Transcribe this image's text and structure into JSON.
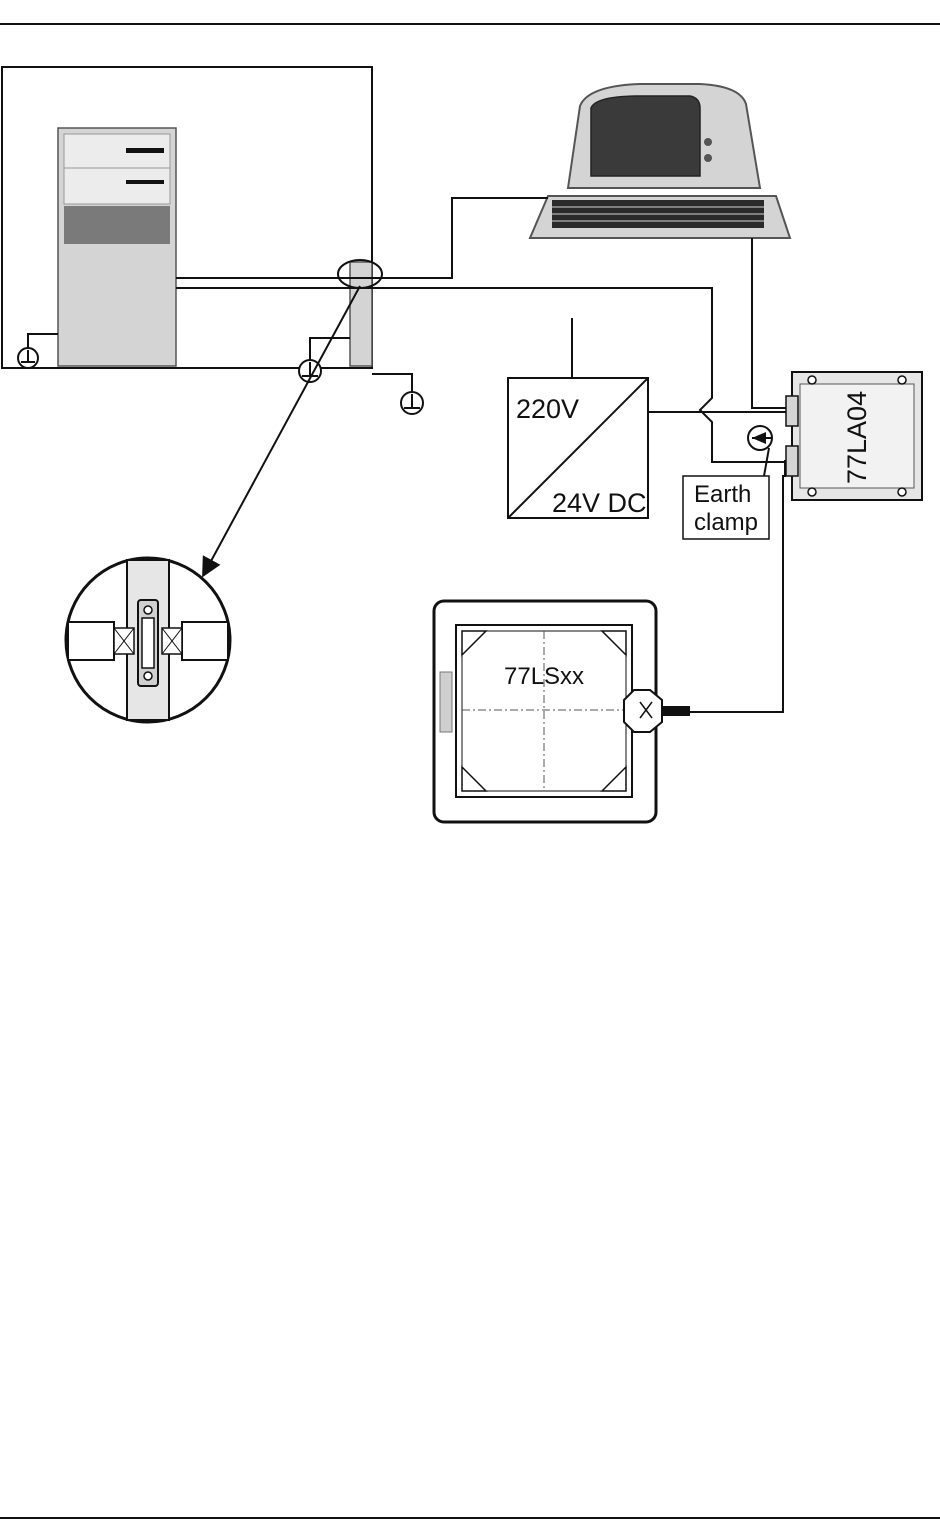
{
  "diagram": {
    "labels": {
      "power_input": "220V",
      "power_output": "24V DC",
      "controller_model": "77LA04",
      "earth_clamp_line1": "Earth",
      "earth_clamp_line2": "clamp",
      "sensor_model": "77LSxx"
    },
    "components": {
      "cabinet": "control cabinet",
      "pc": "industrial PC",
      "terminal": "computer terminal",
      "power_supply": "power supply",
      "controller": "controller box",
      "sensor": "sensor",
      "earth_detail": "earth clamp detail"
    },
    "colors": {
      "line": "#111111",
      "pc_body": "#d4d4d4",
      "pc_band": "#7a7a7a",
      "pc_upper": "#ececec",
      "monitor_screen": "#3a3a3a",
      "device_fill": "#e6e6e6",
      "panel_fill": "#ffffff"
    }
  }
}
